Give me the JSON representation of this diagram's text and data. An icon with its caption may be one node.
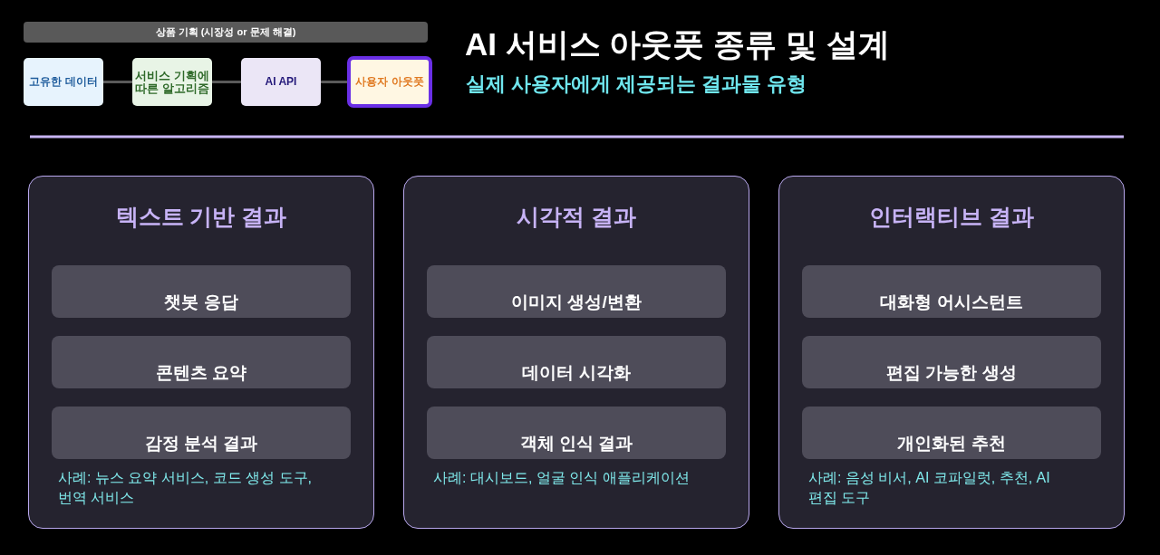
{
  "diagram": {
    "title": "AI 서비스 아웃풋 종류 및 설계",
    "nodes": [
      {
        "text": [
          "상품 기획 (시장성 or 문제 해결)"
        ]
      },
      {
        "text": [
          "고유한 데이터"
        ]
      },
      {
        "text": [
          "서비스 기획에 따른 알고리즘"
        ]
      },
      {
        "text": [
          "AI API"
        ]
      },
      {
        "text": [
          "사용자 아웃풋"
        ]
      },
      {
        "text": [
          "텍스트 기반 결과",
          "사례: 뉴스 요약 서비스, 코드 생성 도구, 번역 서비스"
        ]
      },
      {
        "text": [
          "챗봇 응답"
        ],
        "in": 5
      },
      {
        "text": [
          "콘텐츠 요약"
        ],
        "in": 5
      },
      {
        "text": [
          "감정 분석 결과"
        ],
        "in": 5
      },
      {
        "text": [
          "시각적 결과",
          "사례: 대시보드, 얼굴 인식 애플리케이션"
        ]
      },
      {
        "text": [
          "이미지 생성/변환"
        ],
        "in": 9
      },
      {
        "text": [
          "데이터 시각화"
        ],
        "in": 9
      },
      {
        "text": [
          "객체 인식 결과"
        ],
        "in": 9
      },
      {
        "text": [
          "인터랙티브 결과",
          "사례: 음성 비서, AI 코파일럿, 추천, AI 편집 도구"
        ]
      },
      {
        "text": [
          "대화형 어시스턴트"
        ],
        "in": 13
      },
      {
        "text": [
          "편집 가능한 생성"
        ],
        "in": 13
      },
      {
        "text": [
          "개인화된 추천"
        ],
        "in": 13
      }
    ],
    "edges": [
      {
        "from": 1,
        "to": 2,
        "arrow": "none"
      },
      {
        "from": 2,
        "to": 3,
        "arrow": "none"
      },
      {
        "from": 3,
        "to": 4,
        "arrow": "none"
      }
    ],
    "labels": [
      "실제 사용자에게 제공되는 결과물 유형"
    ]
  }
}
